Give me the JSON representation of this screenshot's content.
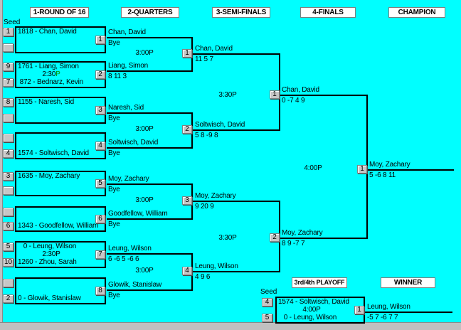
{
  "colors": {
    "background": "#00ffff",
    "line": "#000000",
    "time_flag_green": "#009900",
    "panel_gray": "#c0c0c0"
  },
  "columns": {
    "round_of_16": "1-ROUND OF 16",
    "quarters": "2-QUARTERS",
    "semi_finals": "3-SEMI-FINALS",
    "finals": "4-FINALS",
    "champion": "CHAMPION",
    "playoff": "3rd/4th PLAYOFF",
    "winner": "WINNER"
  },
  "seed_label": "Seed",
  "round_of_16": {
    "m1": {
      "num": "1",
      "seed1": "1",
      "seed2": "",
      "player1": "1818 - Chan, David",
      "player2": ""
    },
    "m2": {
      "num": "2",
      "seed1": "9",
      "seed2": "7",
      "player1": "1761 - Liang, Simon",
      "player2": " 872 - Bednarz, Kevin",
      "time": "2:30",
      "time_flag": "P"
    },
    "m3": {
      "num": "3",
      "seed1": "8",
      "seed2": "",
      "player1": "1155 - Naresh, Sid",
      "player2": ""
    },
    "m4": {
      "num": "4",
      "seed1": "",
      "seed2": "4",
      "player1": "",
      "player2": "1574 - Soltwisch, David"
    },
    "m5": {
      "num": "5",
      "seed1": "3",
      "seed2": "",
      "player1": "1635 - Moy, Zachary",
      "player2": ""
    },
    "m6": {
      "num": "6",
      "seed1": "",
      "seed2": "6",
      "player1": "",
      "player2": "1343 - Goodfellow, William"
    },
    "m7": {
      "num": "7",
      "seed1": "5",
      "seed2": "10",
      "player1": "   0 - Leung, Wilson",
      "player2": "1260 - Zhou, Sarah",
      "time": "2:30P",
      "time_flag": ""
    },
    "m8": {
      "num": "8",
      "seed1": "",
      "seed2": "2",
      "player1": "",
      "player2": "0 - Glowik, Stanislaw"
    }
  },
  "quarters": {
    "e1": {
      "name": "Chan, David",
      "result": "Bye"
    },
    "e2": {
      "name": "Liang, Simon",
      "result": "8 11 3"
    },
    "e3": {
      "name": "Naresh, Sid",
      "result": "Bye"
    },
    "e4": {
      "name": "Soltwisch, David",
      "result": "Bye"
    },
    "e5": {
      "name": "Moy, Zachary",
      "result": "Bye"
    },
    "e6": {
      "name": "Goodfellow, William",
      "result": "Bye"
    },
    "e7": {
      "name": "Leung, Wilson",
      "result": "6 -6 5 -6 6"
    },
    "e8": {
      "name": "Glowik, Stanislaw",
      "result": "Bye"
    },
    "m1": {
      "num": "1",
      "time": "3:00P"
    },
    "m2": {
      "num": "2",
      "time": "3:00P"
    },
    "m3": {
      "num": "3",
      "time": "3:00P"
    },
    "m4": {
      "num": "4",
      "time": "3:00P"
    }
  },
  "semi_finals": {
    "e1": {
      "name": "Chan, David",
      "result": "11 5 7"
    },
    "e2": {
      "name": "Soltwisch, David",
      "result": "5 8 -9 8"
    },
    "e3": {
      "name": "Moy, Zachary",
      "result": "9 20 9"
    },
    "e4": {
      "name": "Leung, Wilson",
      "result": "4 9 6"
    },
    "m1": {
      "num": "1",
      "time": "3:30P"
    },
    "m2": {
      "num": "2",
      "time": "3:30P"
    }
  },
  "finals": {
    "e1": {
      "name": "Chan, David",
      "result": "0 -7 4 9"
    },
    "e2": {
      "name": "Moy, Zachary",
      "result": "8 9 -7 7"
    },
    "m1": {
      "num": "1",
      "time": "4:00P"
    }
  },
  "champion": {
    "name": "Moy, Zachary",
    "result": "5 -6 8 11"
  },
  "playoff": {
    "seed_label": "Seed",
    "match": {
      "num": "1",
      "seed1": "4",
      "seed2": "5",
      "player1": "1574 - Soltwisch, David",
      "player2": "   0 - Leung, Wilson",
      "time": "4:00P"
    },
    "winner": {
      "name": "Leung, Wilson",
      "result": "-5 7 -6 7 7"
    }
  }
}
